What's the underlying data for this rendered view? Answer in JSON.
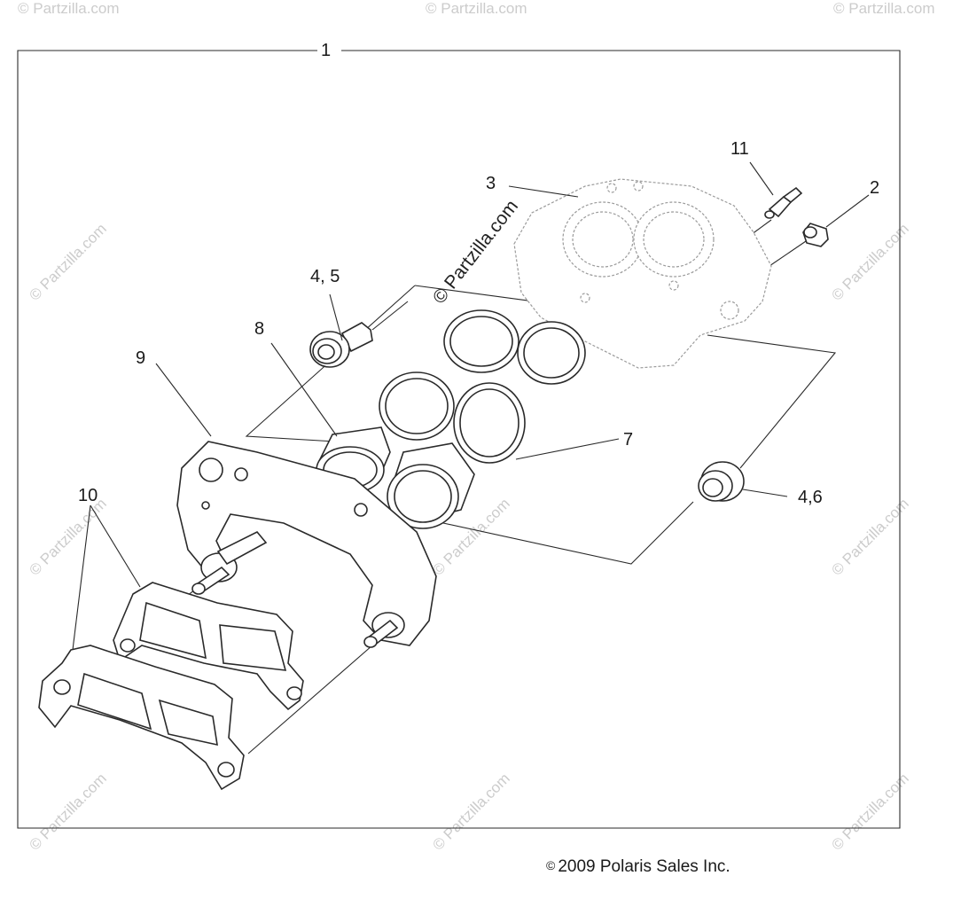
{
  "diagram": {
    "callouts": {
      "c1": "1",
      "c2": "2",
      "c3": "3",
      "c45": "4, 5",
      "c46": "4,6",
      "c7": "7",
      "c8": "8",
      "c9": "9",
      "c10": "10",
      "c11": "11"
    },
    "watermark_main": "© Partzilla.com",
    "watermark_faint": "© Partzilla.com",
    "copyright_symbol": "©",
    "copyright_text": "2009 Polaris Sales Inc."
  }
}
